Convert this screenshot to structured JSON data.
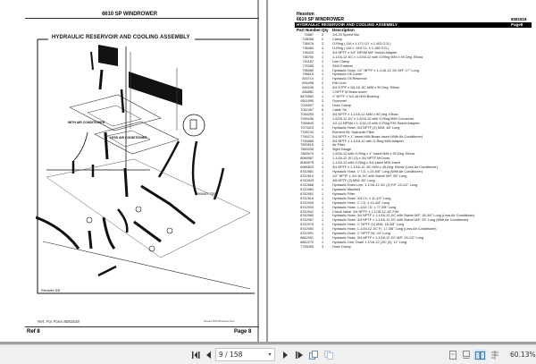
{
  "left_page": {
    "title": "6610 SP WINDROWER",
    "diagram_title": "HYDRAULIC RESERVOIR AND COOLING ASSEMBLY",
    "labels": {
      "with_ac": "WITH AIR CONDITIONER",
      "less_ac": "LESS AIR CONDITIONER",
      "revised": "Revised 5/8"
    },
    "footer_note": "Ref. For Form 8081818",
    "footer_pub": "Hesston 6610 Windrower Form",
    "ref_label": "Ref 8",
    "page_label": "Page 8"
  },
  "right_page": {
    "brand": "Hesston",
    "model": "6610 SP WINDROWER",
    "part_number": "8081818",
    "section": "HYDRAULIC RESERVOIR AND COOLING ASSEMBLY",
    "page_ref": "Page8",
    "columns": {
      "part_number": "Part Number",
      "qty": "Qty",
      "description": "Description"
    },
    "parts": [
      {
        "num": "74887",
        "qty": "4",
        "desc": "1/4-20 Speed Nut"
      },
      {
        "num": "728056",
        "qty": "2",
        "desc": "Clamp"
      },
      {
        "num": "738476",
        "qty": "2",
        "desc": "O-Ring (.116 x 1.171 I.D. x 1.403 O.D.)"
      },
      {
        "num": "738484",
        "qty": "4",
        "desc": "O-Ring (.116 x .924 I.D. x 1.156 O.D.)"
      },
      {
        "num": "746420",
        "qty": "1",
        "desc": "3/4 NPTF x 3/4\" NPSM M/F Swivel Adapter"
      },
      {
        "num": "748750",
        "qty": "1",
        "desc": "1-1/16-12 JIC x 1-5/16-12 with O-Ring M/M x 90 Deg. Elbow"
      },
      {
        "num": "751187",
        "qty": "1",
        "desc": "Line Clamp"
      },
      {
        "num": "776355",
        "qty": "1",
        "desc": "SMV Emblem"
      },
      {
        "num": "796589",
        "qty": "1",
        "desc": "Hydraulic Hose, 1/2\" NPTF x 1-1/16-12 JIC M/F, 17\" Long"
      },
      {
        "num": "796615",
        "qty": "1",
        "desc": "Hydraulic Oil Cooler"
      },
      {
        "num": "843714",
        "qty": "1",
        "desc": "Hydraulic Oil Reservoir"
      },
      {
        "num": "844498",
        "qty": "2",
        "desc": "Felt Liner"
      },
      {
        "num": "846246",
        "qty": "1",
        "desc": "3/4 NTPF x 3/4-16 JIC M/M x 90 Deg. Elbow"
      },
      {
        "num": "846881",
        "qty": "1",
        "desc": "1 NPTF M Brass Insert"
      },
      {
        "num": "8474862",
        "qty": "1",
        "desc": "1\" NPTF x 3/4-16 M/M Bushing"
      },
      {
        "num": "6511695",
        "qty": "2",
        "desc": "Grommet"
      },
      {
        "num": "7026927",
        "qty": "4",
        "desc": "Hose Clamp"
      },
      {
        "num": "7041967",
        "qty": "5",
        "desc": "Cable Tie"
      },
      {
        "num": "7046253",
        "qty": "1",
        "desc": "3/4 NPTF x 1-1/16-12 M/M x 90 Deg. Elbow"
      },
      {
        "num": "7046436",
        "qty": "1",
        "desc": "1-5/16-12 JIC x 1-5/16-12 with O-Ring M/M Connector"
      },
      {
        "num": "7046840",
        "qty": "1",
        "desc": "1/2-14 NPSM x 1-1/16-12 with O-Ring F/M Swivel Adapter"
      },
      {
        "num": "7073323",
        "qty": "1",
        "desc": "Hydraulic Hose, 3/4 NPTF (2) M/M, 48\" Long"
      },
      {
        "num": "7738743",
        "qty": "1",
        "desc": "Element Kit, Hydraulic Filter"
      },
      {
        "num": "7746274",
        "qty": "1",
        "desc": "3/4 NPTF x 1\" Insert M/M Brass Insert (With Air Conditioner)"
      },
      {
        "num": "7746886",
        "qty": "1",
        "desc": "3/4 NPTF x 1-1/16-12 with O-Ring M/M Adapter"
      },
      {
        "num": "7825516",
        "qty": "1",
        "desc": "Air Filter"
      },
      {
        "num": "7845035",
        "qty": "2",
        "desc": "Sight Gauge"
      },
      {
        "num": "7846579",
        "qty": "1",
        "desc": "1-5/16-12 with O-Ring x 1\" Insert M/M x 90 Deg. Elbow"
      },
      {
        "num": "8046567",
        "qty": "1",
        "desc": "1-1/16-12 JIC (3) x 3/4 NPTF M/Cross"
      },
      {
        "num": "8046575",
        "qty": "1",
        "desc": "1-1/16-12 with O-Ring x 3/4 Insert M/M Insert"
      },
      {
        "num": "8066823",
        "qty": "1",
        "desc": "3/4 NPTF x 1-1/16-12 JIC M/M x 45 Deg. Elbow (Less Air Conditioner)"
      },
      {
        "num": "8742881",
        "qty": "1",
        "desc": "Hydraulic Hose, 1\" I.D. x 24-5/8\" Long (With Air Conditioner)"
      },
      {
        "num": "8742819",
        "qty": "1",
        "desc": "1/2\" NPTF x 3/4-16 JIC with Swivel M/F, 55\" Long"
      },
      {
        "num": "8742843",
        "qty": "1",
        "desc": "3/8 NPTF (2) M/M, 80\" Long"
      },
      {
        "num": "8742868",
        "qty": "1",
        "desc": "Hydraulic Drain Line, 1-1/16-12 JIC (2) F/F, 23-1/2\" Long"
      },
      {
        "num": "8742884",
        "qty": "1",
        "desc": "Hydraulic Manifold"
      },
      {
        "num": "8742892",
        "qty": "1",
        "desc": "Hydraulic Filter"
      },
      {
        "num": "8742918",
        "qty": "1",
        "desc": "Hydraulic Hose, 3/4 I.D. x 11-1/4\" Long"
      },
      {
        "num": "8742926",
        "qty": "1",
        "desc": "Hydraulic Hose, 1\" I.D. x 13-3/4\" Long"
      },
      {
        "num": "8742934",
        "qty": "1",
        "desc": "Hydraulic Hose, 1-1/14 I.D. x 77-3/8\" Long"
      },
      {
        "num": "8742942",
        "qty": "1",
        "desc": "Check Valve, 3/4 NPTF x 1-1/16-12 JIC F/M"
      },
      {
        "num": "8742959",
        "qty": "1",
        "desc": "Hydraulic Hose, 3/4 NPTF x 1-1/16-12 JIC with Swivel M/F, 18-3/4\" Long (Less Air Conditioner)"
      },
      {
        "num": "8742967",
        "qty": "1",
        "desc": "Hydraulic Hose, 3/4 NPTF x 1-1/16-12 JIC with Swivel M/F, 25\" Long (With Air Conditioner)"
      },
      {
        "num": "8742975",
        "qty": "1",
        "desc": "Hydraulic Hose, 1\" NPTF (2) M/M, 16-3/8\" Long"
      },
      {
        "num": "8742983",
        "qty": "1",
        "desc": "Hydraulic Hose, 1-1/16-12 JIC F/, 17-3/8\" Long (Less Air Conditioner)"
      },
      {
        "num": "8742991",
        "qty": "1",
        "desc": "Hydraulic Hose, 1\" NPTF M/, 44\" Long"
      },
      {
        "num": "8842991",
        "qty": "1",
        "desc": "Hydraulic Hose, 3/4 NPTF x 1-1/16-12 JIC M/F, 16-1/2\" Long"
      },
      {
        "num": "8842270",
        "qty": "1",
        "desc": "Hydraulic Line, Drain 1-1/16-12 (JIC (2), 11\" Long"
      },
      {
        "num": "7726055",
        "qty": "3",
        "desc": "Hose Clamp"
      }
    ]
  },
  "toolbar": {
    "first_page": "first-page",
    "prev_page": "previous-page",
    "page_value": "9 / 158",
    "next_page": "next-page",
    "last_page": "last-page",
    "zoom_value": "60.13%",
    "active_view": "two-page"
  },
  "colors": {
    "toolbar_bg": "#f0f0f0",
    "active_view_bg": "#cfe3f5",
    "page_border": "#9a9a9a"
  }
}
